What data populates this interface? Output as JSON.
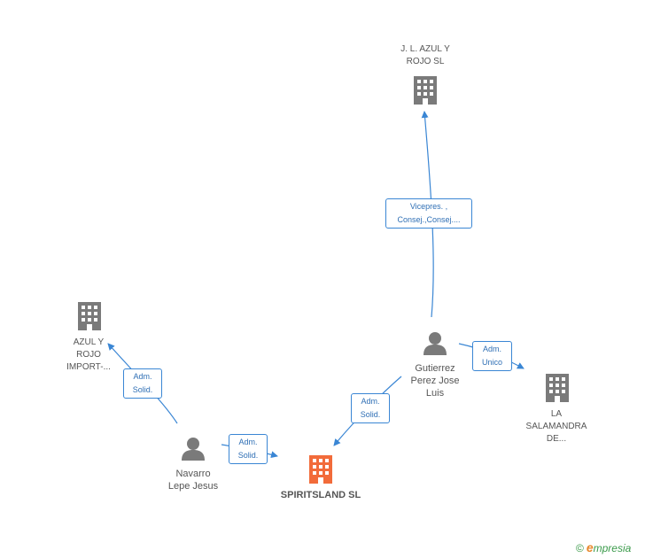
{
  "nodes": {
    "jl_azul": {
      "label": "J. L. AZUL Y\nROJO SL",
      "type": "company"
    },
    "azul_import": {
      "label": "AZUL Y\nROJO\nIMPORT-...",
      "type": "company"
    },
    "la_salamandra": {
      "label": "LA\nSALAMANDRA\nDE...",
      "type": "company"
    },
    "spiritsland": {
      "label": "SPIRITSLAND SL",
      "type": "company-main"
    },
    "gutierrez": {
      "label": "Gutierrez\nPerez Jose\nLuis",
      "type": "person"
    },
    "navarro": {
      "label": "Navarro\nLepe Jesus",
      "type": "person"
    }
  },
  "edges": {
    "gutierrez_jl": {
      "label": "Vicepres. ,\nConsej.,Consej...."
    },
    "gutierrez_salamandra": {
      "label": "Adm.\nUnico"
    },
    "gutierrez_spirits": {
      "label": "Adm.\nSolid."
    },
    "navarro_azul": {
      "label": "Adm.\nSolid."
    },
    "navarro_spirits": {
      "label": "Adm.\nSolid."
    }
  },
  "colors": {
    "company": "#7a7a7a",
    "company_main": "#f26b3a",
    "person": "#7a7a7a",
    "edge": "#3a86d4"
  },
  "branding": {
    "copyright_symbol": "©",
    "initial": "e",
    "name": "mpresia"
  },
  "icons": {
    "company": "building-icon",
    "person": "person-icon"
  }
}
